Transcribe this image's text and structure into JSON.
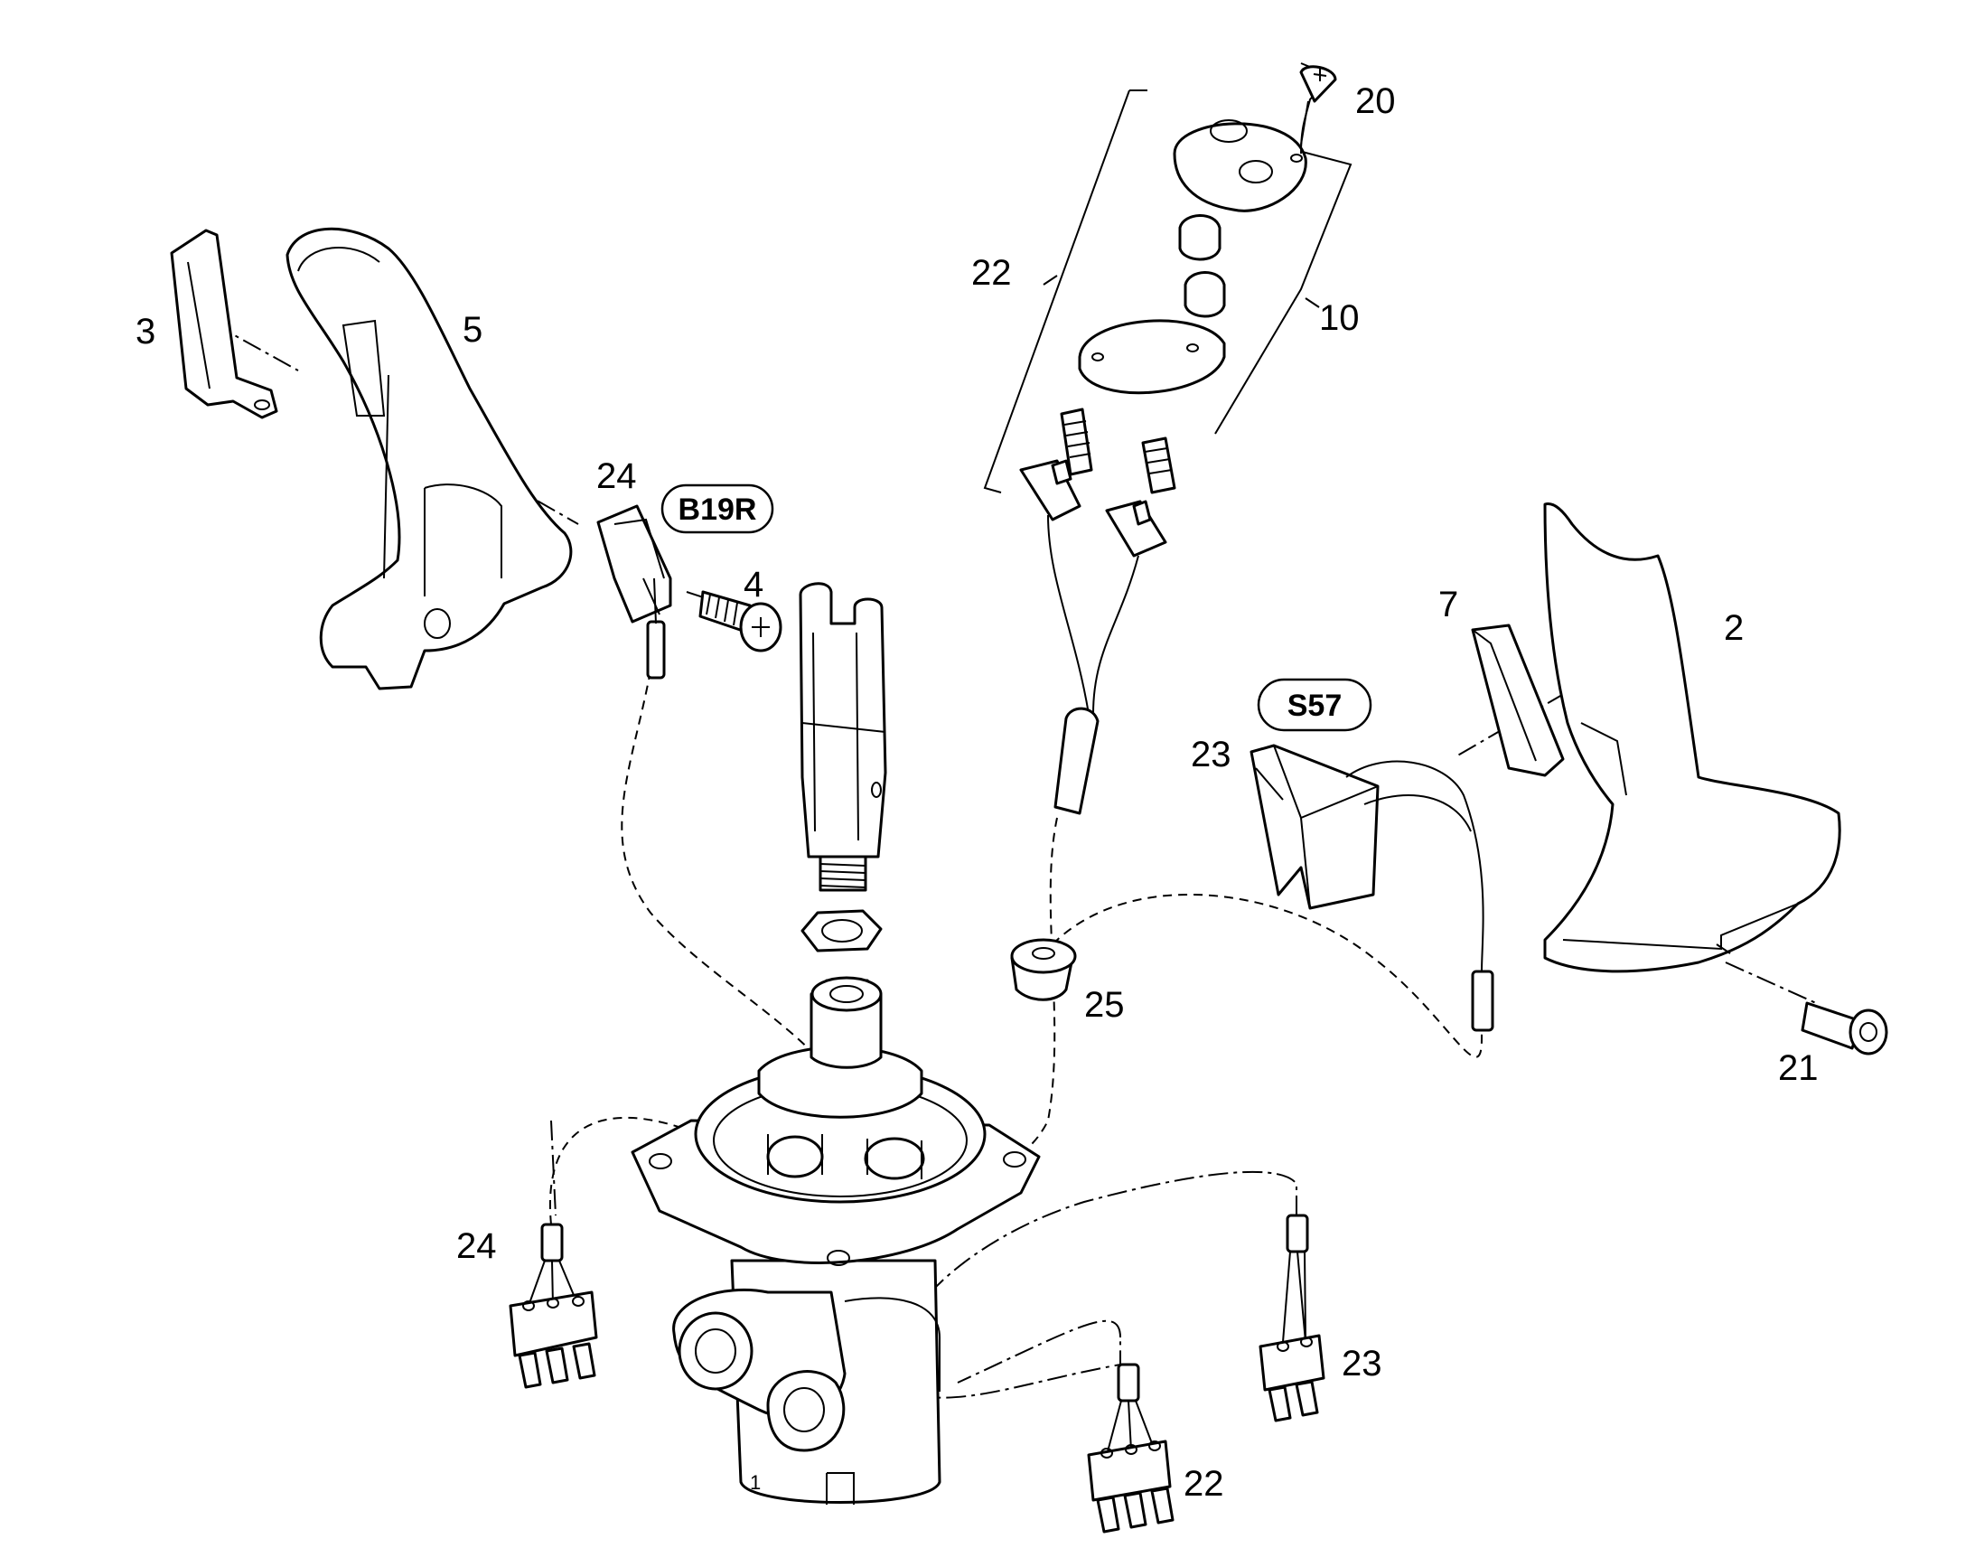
{
  "diagram": {
    "callouts": {
      "c2": "2",
      "c3": "3",
      "c4": "4",
      "c5": "5",
      "c7": "7",
      "c10": "10",
      "c20": "20",
      "c21": "21",
      "c22_top": "22",
      "c22_bottom": "22",
      "c23_top": "23",
      "c23_bottom": "23",
      "c24_top": "24",
      "c24_bottom": "24",
      "c25": "25"
    },
    "tags": {
      "b19r": "B19R",
      "s57": "S57"
    },
    "stamps": {
      "valve_mark": "1"
    }
  }
}
